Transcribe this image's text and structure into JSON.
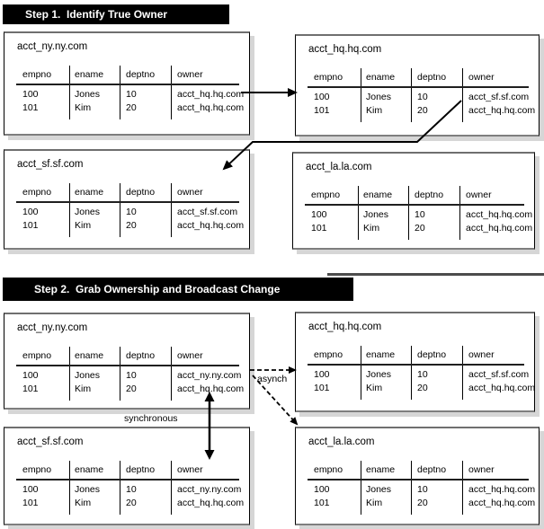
{
  "steps": [
    {
      "label": "Step 1.  Identify True Owner",
      "tables": [
        {
          "title": "acct_ny.ny.com",
          "rows": [
            [
              "100",
              "Jones",
              "10",
              "acct_hq.hq.com"
            ],
            [
              "101",
              "Kim",
              "20",
              "acct_hq.hq.com"
            ]
          ]
        },
        {
          "title": "acct_hq.hq.com",
          "rows": [
            [
              "100",
              "Jones",
              "10",
              "acct_sf.sf.com"
            ],
            [
              "101",
              "Kim",
              "20",
              "acct_hq.hq.com"
            ]
          ]
        },
        {
          "title": "acct_sf.sf.com",
          "rows": [
            [
              "100",
              "Jones",
              "10",
              "acct_sf.sf.com"
            ],
            [
              "101",
              "Kim",
              "20",
              "acct_hq.hq.com"
            ]
          ]
        },
        {
          "title": "acct_la.la.com",
          "rows": [
            [
              "100",
              "Jones",
              "10",
              "acct_hq.hq.com"
            ],
            [
              "101",
              "Kim",
              "20",
              "acct_hq.hq.com"
            ]
          ]
        }
      ]
    },
    {
      "label": "Step 2.  Grab Ownership and Broadcast Change",
      "tables": [
        {
          "title": "acct_ny.ny.com",
          "rows": [
            [
              "100",
              "Jones",
              "10",
              "acct_ny.ny.com"
            ],
            [
              "101",
              "Kim",
              "20",
              "acct_hq.hq.com"
            ]
          ]
        },
        {
          "title": "acct_hq.hq.com",
          "rows": [
            [
              "100",
              "Jones",
              "10",
              "acct_sf.sf.com"
            ],
            [
              "101",
              "Kim",
              "20",
              "acct_hq.hq.com"
            ]
          ]
        },
        {
          "title": "acct_sf.sf.com",
          "rows": [
            [
              "100",
              "Jones",
              "10",
              "acct_ny.ny.com"
            ],
            [
              "101",
              "Kim",
              "20",
              "acct_hq.hq.com"
            ]
          ]
        },
        {
          "title": "acct_la.la.com",
          "rows": [
            [
              "100",
              "Jones",
              "10",
              "acct_hq.hq.com"
            ],
            [
              "101",
              "Kim",
              "20",
              "acct_hq.hq.com"
            ]
          ]
        }
      ]
    }
  ],
  "columns": [
    "empno",
    "ename",
    "deptno",
    "owner"
  ],
  "labels": {
    "asynch": "asynch",
    "synchronous": "synchronous"
  },
  "connectors": [
    {
      "id": "step1-ny-row100-to-hq-row100",
      "style": "solid-arrow"
    },
    {
      "id": "step1-hq-owner-sf-to-sf-owner-header",
      "style": "solid-arrow-polyline"
    },
    {
      "id": "step2-ny-owner-to-hq-row100",
      "style": "dashed-arrow",
      "label": "asynch"
    },
    {
      "id": "step2-ny-owner-to-la-corner",
      "style": "dashed-arrow"
    },
    {
      "id": "step2-ny-owner-to-sf-owner-header",
      "style": "solid-double-arrow",
      "label": "synchronous"
    }
  ],
  "colors": {
    "bar_bg": "#000000",
    "bar_text": "#ffffff",
    "table_bg": "#ffffff",
    "border_black": "#000000",
    "border_gray_top": "#6f6f6f",
    "border_gray_bottom": "#7e7e7e",
    "shadow": "#d6d6d6",
    "divider": "#4c4c4c",
    "arrow": "#000000"
  }
}
